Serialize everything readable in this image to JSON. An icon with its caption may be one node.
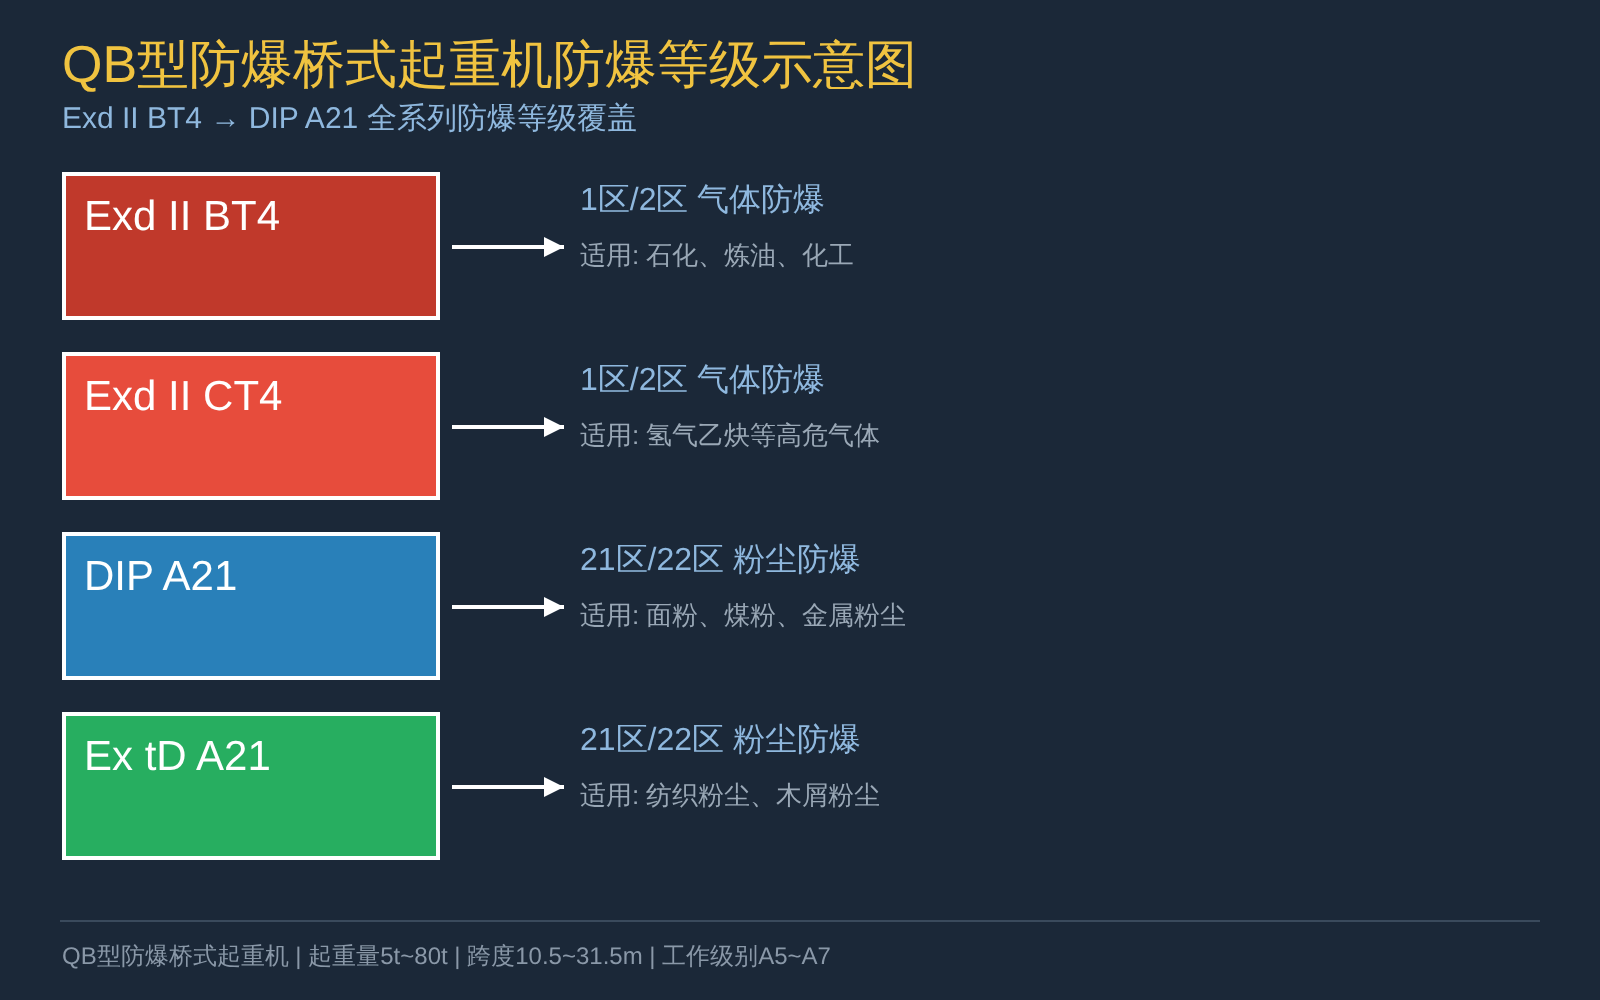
{
  "diagram": {
    "title": "QB型防爆桥式起重机防爆等级示意图",
    "nodes": [
      {
        "text": [
          "Exd II BT4"
        ]
      },
      {
        "text": [
          "1区/2区 气体防爆",
          "适用: 石化、炼油、化工"
        ]
      },
      {
        "text": [
          "Exd II CT4"
        ]
      },
      {
        "text": [
          "1区/2区 气体防爆",
          "适用: 氢气乙炔等高危气体"
        ]
      },
      {
        "text": [
          "DIP A21"
        ]
      },
      {
        "text": [
          "21区/22区 粉尘防爆",
          "适用: 面粉、煤粉、金属粉尘"
        ]
      },
      {
        "text": [
          "Ex tD A21"
        ]
      },
      {
        "text": [
          "21区/22区 粉尘防爆",
          "适用: 纺织粉尘、木屑粉尘"
        ]
      }
    ],
    "edges": [
      {
        "from": 0,
        "to": 1,
        "arrow": "to"
      },
      {
        "from": 2,
        "to": 3,
        "arrow": "to"
      },
      {
        "from": 4,
        "to": 5,
        "arrow": "to"
      },
      {
        "from": 6,
        "to": 7,
        "arrow": "to"
      }
    ],
    "labels": [
      "Exd II BT4 → DIP A21 全系列防爆等级覆盖"
    ],
    "caption": "QB型防爆桥式起重机 | 起重量5t~80t | 跨度10.5~31.5m | 工作级别A5~A7"
  }
}
